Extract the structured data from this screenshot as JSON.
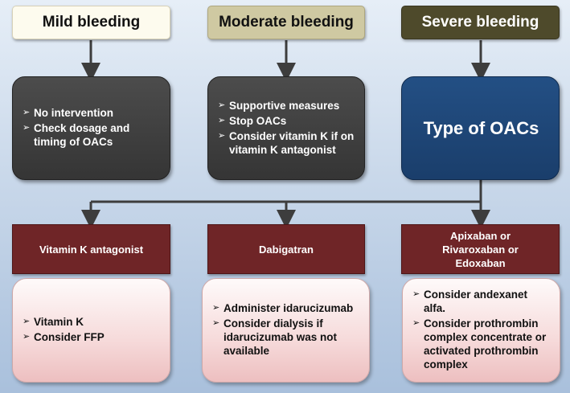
{
  "columns": [
    {
      "header": "Mild bleeding",
      "middle": [
        "No intervention",
        "Check dosage and timing of OACs"
      ]
    },
    {
      "header": "Moderate bleeding",
      "middle": [
        "Supportive measures",
        "Stop OACs",
        "Consider vitamin K if on vitamin K antagonist"
      ]
    },
    {
      "header": "Severe bleeding",
      "middle_title": "Type of OACs"
    }
  ],
  "drugs": [
    {
      "name": "Vitamin K antagonist",
      "actions": [
        "Vitamin K",
        "Consider FFP"
      ]
    },
    {
      "name": "Dabigatran",
      "actions": [
        "Administer idarucizumab",
        "Consider dialysis if idarucizumab was not available"
      ]
    },
    {
      "name_lines": [
        "Apixaban or",
        "Rivaroxaban or",
        "Edoxaban"
      ],
      "actions": [
        "Consider andexanet alfa.",
        "Consider prothrombin complex concentrate or activated prothrombin complex"
      ]
    }
  ],
  "colors": {
    "mild_header": "#fdfbee",
    "moderate_header": "#cfc9a2",
    "severe_header": "#4e4a2b",
    "dark_box": "#404040",
    "oac_box": "#1f4777",
    "drug_box": "#6f2527",
    "action_box": "#f6dada"
  }
}
